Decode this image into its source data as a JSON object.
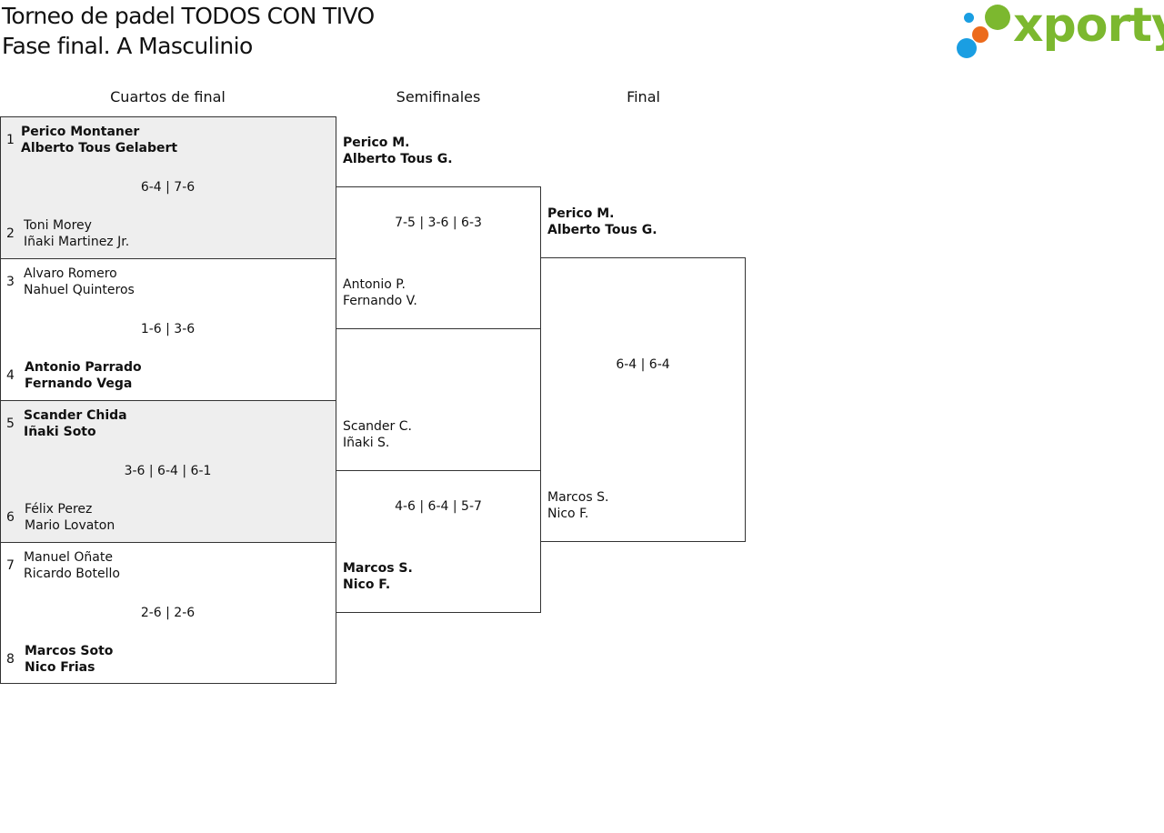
{
  "header": {
    "title": "Torneo de padel TODOS CON TIVO",
    "subtitle": "Fase final. A Masculinio"
  },
  "logo": {
    "text": "xporty",
    "colors": {
      "green": "#7cb82f",
      "blue": "#1a9ee2",
      "orange": "#ec6b1c"
    }
  },
  "rounds": {
    "quarterfinals": "Cuartos de final",
    "semifinals": "Semifinales",
    "final": "Final"
  },
  "quarterfinals": [
    {
      "score": "6-4 | 7-6",
      "top": {
        "seed": "1",
        "p1": "Perico Montaner",
        "p2": "Alberto Tous Gelabert",
        "winner": true
      },
      "bottom": {
        "seed": "2",
        "p1": "Toni Morey",
        "p2": "Iñaki Martinez Jr.",
        "winner": false
      }
    },
    {
      "score": "1-6 | 3-6",
      "top": {
        "seed": "3",
        "p1": "Alvaro Romero",
        "p2": "Nahuel Quinteros",
        "winner": false
      },
      "bottom": {
        "seed": "4",
        "p1": "Antonio Parrado",
        "p2": "Fernando Vega",
        "winner": true
      }
    },
    {
      "score": "3-6 | 6-4 | 6-1",
      "top": {
        "seed": "5",
        "p1": "Scander Chida",
        "p2": "Iñaki Soto",
        "winner": true
      },
      "bottom": {
        "seed": "6",
        "p1": "Félix Perez",
        "p2": "Mario Lovaton",
        "winner": false
      }
    },
    {
      "score": "2-6 | 2-6",
      "top": {
        "seed": "7",
        "p1": "Manuel Oñate",
        "p2": "Ricardo Botello",
        "winner": false
      },
      "bottom": {
        "seed": "8",
        "p1": "Marcos Soto",
        "p2": "Nico Frias",
        "winner": true
      }
    }
  ],
  "semifinals": [
    {
      "score": "7-5 | 3-6 | 6-3",
      "top": {
        "p1": "Perico M.",
        "p2": "Alberto Tous G.",
        "winner": true
      },
      "bottom": {
        "p1": "Antonio P.",
        "p2": "Fernando V.",
        "winner": false
      }
    },
    {
      "score": "4-6 | 6-4 | 5-7",
      "top": {
        "p1": "Scander C.",
        "p2": "Iñaki S.",
        "winner": false
      },
      "bottom": {
        "p1": "Marcos S.",
        "p2": "Nico F.",
        "winner": true
      }
    }
  ],
  "final": {
    "score": "6-4 | 6-4",
    "top": {
      "p1": "Perico M.",
      "p2": "Alberto Tous G.",
      "winner": true
    },
    "bottom": {
      "p1": "Marcos S.",
      "p2": "Nico F.",
      "winner": false
    }
  }
}
